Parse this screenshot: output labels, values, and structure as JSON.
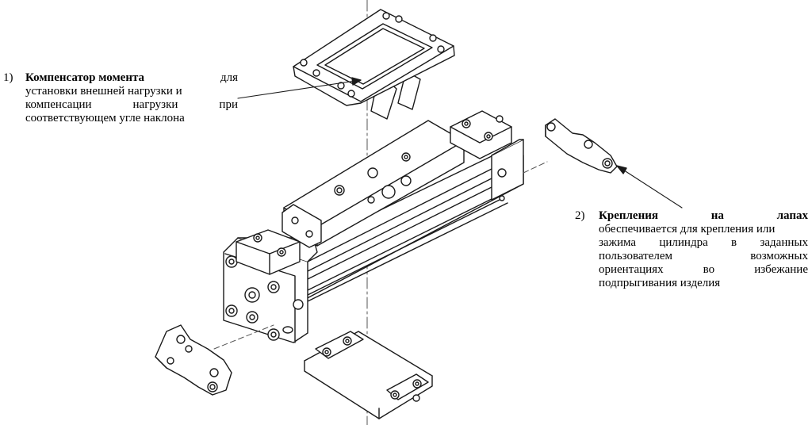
{
  "callouts": [
    {
      "number": "1)",
      "title": "Компенсатор момента",
      "title_tail": "для",
      "lines": [
        "установки внешней нагрузки и",
        "компенсации нагрузки при",
        "соответствующем угле наклона"
      ]
    },
    {
      "number": "2)",
      "title": "Крепления на лапах",
      "lines": [
        "обеспечивается для крепления или",
        "зажима цилиндра в заданных",
        "пользователем возможных",
        "ориентациях во избежание",
        "подпрыгивания изделия"
      ]
    }
  ],
  "parts": {
    "moment_compensator": "moment-compensator",
    "mounting_foot": "foot-mounting",
    "cylinder_body": "rodless-cylinder",
    "carriage": "slide-carriage",
    "bottom_plate": "adapter-plate"
  },
  "colors": {
    "line": "#1a1a1a",
    "background": "#ffffff"
  }
}
